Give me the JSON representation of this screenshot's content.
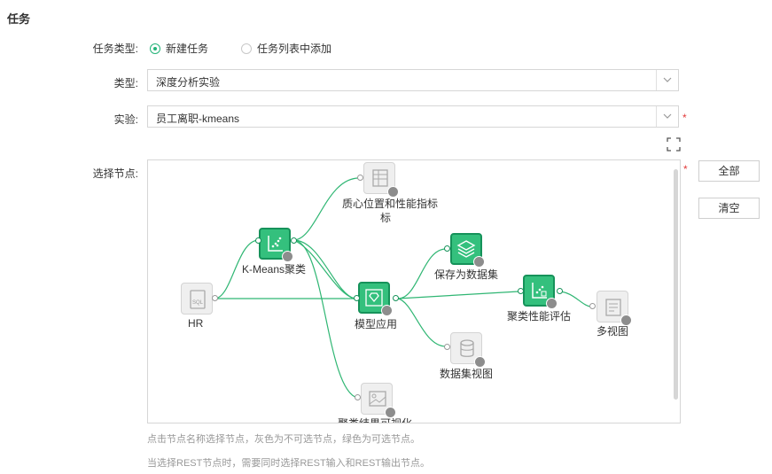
{
  "section": {
    "title": "任务"
  },
  "task_type": {
    "label": "任务类型:",
    "options": [
      {
        "label": "新建任务",
        "checked": true
      },
      {
        "label": "任务列表中添加",
        "checked": false
      }
    ]
  },
  "type_field": {
    "label": "类型:",
    "value": "深度分析实验"
  },
  "experiment_field": {
    "label": "实验:",
    "value": "员工离职-kmeans",
    "required_mark": "*"
  },
  "node_select": {
    "label": "选择节点:",
    "required_mark": "*",
    "all_button": "全部",
    "clear_button": "清空"
  },
  "nodes": {
    "hr": "HR",
    "kmeans": "K-Means聚类",
    "centroid": "质心位置和性能指标",
    "model_apply": "模型应用",
    "save_dataset": "保存为数据集",
    "cluster_eval": "聚类性能评估",
    "multi_view": "多视图",
    "dataset_view": "数据集视图",
    "cluster_vis": "聚类结果可视化"
  },
  "hints": {
    "line1": "点击节点名称选择节点，灰色为不可选节点，绿色为可选节点。",
    "line2": "当选择REST节点时，需要同时选择REST输入和REST输出节点。"
  },
  "colors": {
    "accent": "#23b378",
    "node_green": "#34c07d",
    "node_border": "#16925a",
    "required": "#e23a3a"
  }
}
